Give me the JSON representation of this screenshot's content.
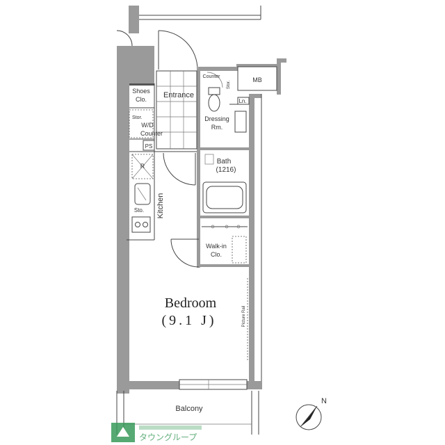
{
  "rooms": {
    "entrance": "Entrance",
    "shoes_1": "Shoes",
    "shoes_2": "Clo.",
    "stor_top": "Stor.",
    "wd_counter_1": "W/D",
    "wd_counter_2": "Counter",
    "ps": "PS",
    "counter_top": "Counter",
    "stor_small": "Stor.",
    "mb": "MB",
    "ln": "Ln.",
    "dressing_1": "Dressing",
    "dressing_2": "Rm.",
    "fridge": "R",
    "bath_1": "Bath",
    "bath_2": "(1216)",
    "sto": "Sto.",
    "kitchen": "Kitchen",
    "walkin_1": "Walk-in",
    "walkin_2": "Clo.",
    "bedroom_1": "Bedroom",
    "bedroom_2": "(9.1 J)",
    "picture_rail": "Picture Rail",
    "balcony": "Balcony"
  },
  "compass": {
    "label": "N"
  },
  "watermark": {
    "text": "タウングループ"
  },
  "colors": {
    "wall": "#9a9a9a",
    "line": "#444444",
    "watermark": "#3a9a5a"
  }
}
